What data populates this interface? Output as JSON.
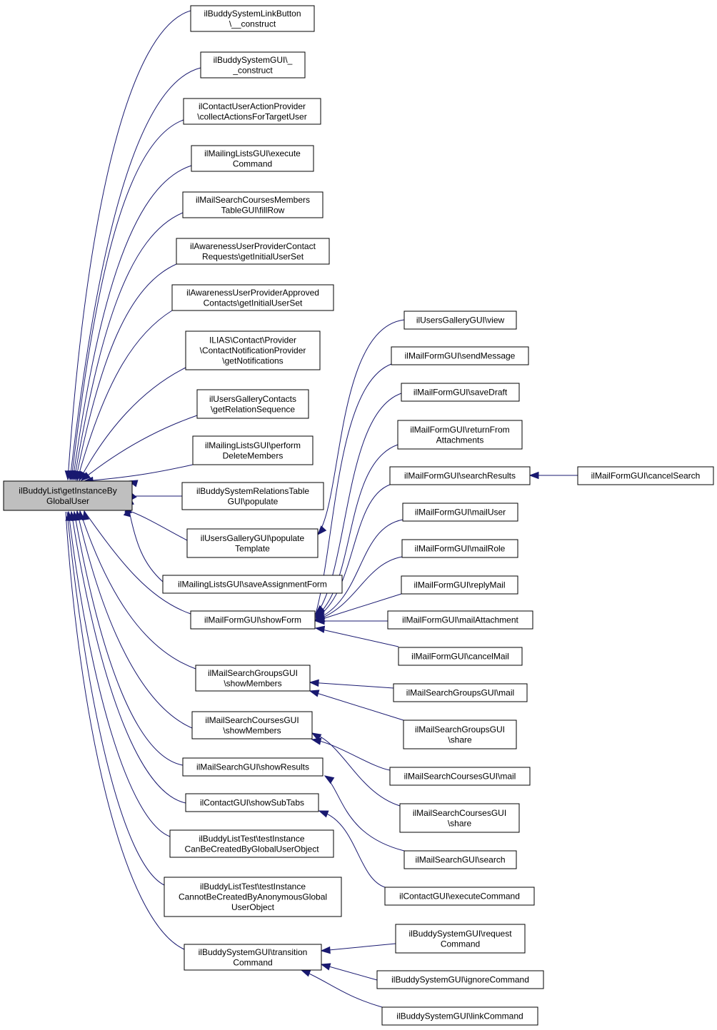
{
  "graph": {
    "nodes": {
      "root": {
        "lines": [
          "ilBuddyList\\getInstanceBy",
          "GlobalUser"
        ],
        "focus": true
      },
      "n1": {
        "lines": [
          "ilBuddySystemLinkButton",
          "\\__construct"
        ]
      },
      "n2": {
        "lines": [
          "ilBuddySystemGUI\\_",
          "_construct"
        ]
      },
      "n3": {
        "lines": [
          "ilContactUserActionProvider",
          "\\collectActionsForTargetUser"
        ]
      },
      "n4": {
        "lines": [
          "ilMailingListsGUI\\execute",
          "Command"
        ]
      },
      "n5": {
        "lines": [
          "ilMailSearchCoursesMembers",
          "TableGUI\\fillRow"
        ]
      },
      "n6": {
        "lines": [
          "ilAwarenessUserProviderContact",
          "Requests\\getInitialUserSet"
        ]
      },
      "n7": {
        "lines": [
          "ilAwarenessUserProviderApproved",
          "Contacts\\getInitialUserSet"
        ]
      },
      "n8": {
        "lines": [
          "ILIAS\\Contact\\Provider",
          "\\ContactNotificationProvider",
          "\\getNotifications"
        ]
      },
      "n9": {
        "lines": [
          "ilUsersGalleryContacts",
          "\\getRelationSequence"
        ]
      },
      "n10": {
        "lines": [
          "ilMailingListsGUI\\perform",
          "DeleteMembers"
        ]
      },
      "n11": {
        "lines": [
          "ilBuddySystemRelationsTable",
          "GUI\\populate"
        ]
      },
      "n12": {
        "lines": [
          "ilUsersGalleryGUI\\populate",
          "Template"
        ]
      },
      "n13": {
        "lines": [
          "ilMailingListsGUI\\saveAssignmentForm"
        ]
      },
      "n14": {
        "lines": [
          "ilMailFormGUI\\showForm"
        ]
      },
      "n15": {
        "lines": [
          "ilMailSearchGroupsGUI",
          "\\showMembers"
        ]
      },
      "n16": {
        "lines": [
          "ilMailSearchCoursesGUI",
          "\\showMembers"
        ]
      },
      "n17": {
        "lines": [
          "ilMailSearchGUI\\showResults"
        ]
      },
      "n18": {
        "lines": [
          "ilContactGUI\\showSubTabs"
        ]
      },
      "n19": {
        "lines": [
          "ilBuddyListTest\\testInstance",
          "CanBeCreatedByGlobalUserObject"
        ]
      },
      "n20": {
        "lines": [
          "ilBuddyListTest\\testInstance",
          "CannotBeCreatedByAnonymousGlobal",
          "UserObject"
        ]
      },
      "n21": {
        "lines": [
          "ilBuddySystemGUI\\transition",
          "Command"
        ]
      },
      "m1": {
        "lines": [
          "ilUsersGalleryGUI\\view"
        ]
      },
      "m2": {
        "lines": [
          "ilMailFormGUI\\sendMessage"
        ]
      },
      "m3": {
        "lines": [
          "ilMailFormGUI\\saveDraft"
        ]
      },
      "m4": {
        "lines": [
          "ilMailFormGUI\\returnFrom",
          "Attachments"
        ]
      },
      "m5": {
        "lines": [
          "ilMailFormGUI\\searchResults"
        ]
      },
      "m6": {
        "lines": [
          "ilMailFormGUI\\mailUser"
        ]
      },
      "m7": {
        "lines": [
          "ilMailFormGUI\\mailRole"
        ]
      },
      "m8": {
        "lines": [
          "ilMailFormGUI\\replyMail"
        ]
      },
      "m9": {
        "lines": [
          "ilMailFormGUI\\mailAttachment"
        ]
      },
      "m10": {
        "lines": [
          "ilMailFormGUI\\cancelMail"
        ]
      },
      "m11": {
        "lines": [
          "ilMailSearchGroupsGUI\\mail"
        ]
      },
      "m12": {
        "lines": [
          "ilMailSearchGroupsGUI",
          "\\share"
        ]
      },
      "m13": {
        "lines": [
          "ilMailSearchCoursesGUI\\mail"
        ]
      },
      "m14": {
        "lines": [
          "ilMailSearchCoursesGUI",
          "\\share"
        ]
      },
      "m15": {
        "lines": [
          "ilMailSearchGUI\\search"
        ]
      },
      "m16": {
        "lines": [
          "ilContactGUI\\executeCommand"
        ]
      },
      "m17": {
        "lines": [
          "ilBuddySystemGUI\\request",
          "Command"
        ]
      },
      "m18": {
        "lines": [
          "ilBuddySystemGUI\\ignoreCommand"
        ]
      },
      "m19": {
        "lines": [
          "ilBuddySystemGUI\\linkCommand"
        ]
      },
      "c1": {
        "lines": [
          "ilMailFormGUI\\cancelSearch"
        ]
      }
    },
    "edges": [
      [
        "n1",
        "root"
      ],
      [
        "n2",
        "root"
      ],
      [
        "n3",
        "root"
      ],
      [
        "n4",
        "root"
      ],
      [
        "n5",
        "root"
      ],
      [
        "n6",
        "root"
      ],
      [
        "n7",
        "root"
      ],
      [
        "n8",
        "root"
      ],
      [
        "n9",
        "root"
      ],
      [
        "n10",
        "root"
      ],
      [
        "n11",
        "root"
      ],
      [
        "n12",
        "root"
      ],
      [
        "n13",
        "root"
      ],
      [
        "n14",
        "root"
      ],
      [
        "n15",
        "root"
      ],
      [
        "n16",
        "root"
      ],
      [
        "n17",
        "root"
      ],
      [
        "n18",
        "root"
      ],
      [
        "n19",
        "root"
      ],
      [
        "n20",
        "root"
      ],
      [
        "n21",
        "root"
      ],
      [
        "m1",
        "n12"
      ],
      [
        "m2",
        "n14"
      ],
      [
        "m3",
        "n14"
      ],
      [
        "m4",
        "n14"
      ],
      [
        "m5",
        "n14"
      ],
      [
        "m6",
        "n14"
      ],
      [
        "m7",
        "n14"
      ],
      [
        "m8",
        "n14"
      ],
      [
        "m9",
        "n14"
      ],
      [
        "m10",
        "n14"
      ],
      [
        "m11",
        "n15"
      ],
      [
        "m12",
        "n15"
      ],
      [
        "m13",
        "n16"
      ],
      [
        "m14",
        "n16"
      ],
      [
        "m15",
        "n17"
      ],
      [
        "m16",
        "n18"
      ],
      [
        "m17",
        "n21"
      ],
      [
        "m18",
        "n21"
      ],
      [
        "m19",
        "n21"
      ],
      [
        "c1",
        "m5"
      ]
    ]
  }
}
